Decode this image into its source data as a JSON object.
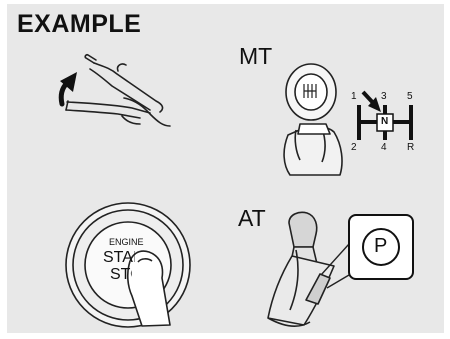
{
  "title": "EXAMPLE",
  "labels": {
    "mt": "MT",
    "at": "AT"
  },
  "gear_pattern": {
    "top": [
      "1",
      "3",
      "5"
    ],
    "bottom": [
      "2",
      "4",
      "R"
    ],
    "neutral": "N"
  },
  "start_button": {
    "line1": "ENGINE",
    "line2": "START",
    "line3": "STOP"
  },
  "park_indicator": "P"
}
